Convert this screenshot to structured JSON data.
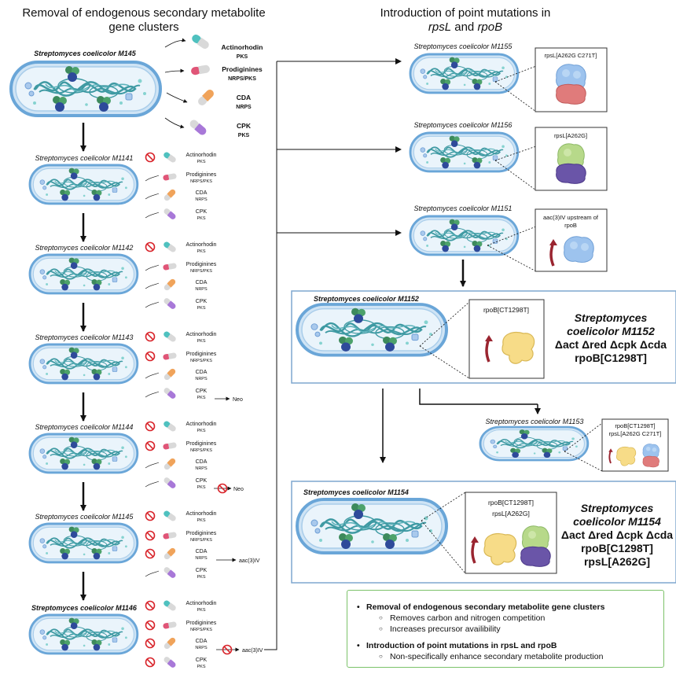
{
  "headers": {
    "left_line1": "Removal of endogenous secondary metabolite",
    "left_line2": "gene clusters",
    "right_line1": "Introduction of point mutations in",
    "right_line2_a": "rpsL",
    "right_line2_and": " and ",
    "right_line2_b": "rpoB"
  },
  "pks": {
    "act": {
      "name": "Actinorhodin",
      "sub": "PKS"
    },
    "red": {
      "name": "Prodiginines",
      "sub": "NRPS/PKS"
    },
    "cda": {
      "name": "CDA",
      "sub": "NRPS"
    },
    "cpk": {
      "name": "CPK",
      "sub": "PKS"
    }
  },
  "colors": {
    "cell_outline": "#6aa6d8",
    "cell_fill": "#cfe4f5",
    "dna": "#3f9aa3",
    "act_capsule": "#4fc1bf",
    "red_capsule": "#e05577",
    "cda_capsule": "#f0a35a",
    "cpk_capsule": "#a878d8",
    "prohibit": "#d8232a",
    "panel_border": "#7fa7cf",
    "summary_border": "#7cc26a"
  },
  "strains": {
    "m145_top": "Streptomyces coelicolor M145",
    "m1141": "Streptomyces coelicolor M1141",
    "m1142": "Streptomyces coelicolor M1142",
    "m1143": "Streptomyces coelicolor M1143",
    "m1144": "Streptomyces coelicolor M1144",
    "m1145": "Streptomyces coelicolor M1145",
    "m1146": "Streptomyces coelicolor M1146",
    "m1155": "Streptomyces coelicolor M1155",
    "m1156": "Streptomyces coelicolor M1156",
    "m1151": "Streptomyces coelicolor M1151",
    "m1152": "Streptomyces coelicolor M1152",
    "m1153": "Streptomyces coelicolor M1153",
    "m1154": "Streptomyces coelicolor M1154"
  },
  "markers": {
    "neo": "Neo",
    "aac": "aac(3)IV"
  },
  "mutations": {
    "m1155": "rpsL[A262G C271T]",
    "m1156": "rpsL[A262G]",
    "m1151_line1": "aac(3)IV upstream of",
    "m1151_line2": "rpoB",
    "m1152": "rpoB[CT1298T]",
    "m1153_line1": "rpoB[CT1298T]",
    "m1153_line2": "rpsL[A262G C271T]",
    "m1154_line1": "rpoB[CT1298T]",
    "m1154_line2": "rpsL[A262G]"
  },
  "genotypes": {
    "m1152": {
      "line1": "Streptomyces",
      "line2": "coelicolor M1152",
      "line3": "Δact Δred Δcpk Δcda",
      "line4": "rpoB[C1298T]"
    },
    "m1154": {
      "line1": "Streptomyces",
      "line2": "coelicolor M1154",
      "line3": "Δact Δred Δcpk Δcda",
      "line4": "rpoB[C1298T]",
      "line5": "rpsL[A262G]"
    }
  },
  "summary": {
    "item1": "Removal of endogenous secondary metabolite gene clusters",
    "item1_sub1": "Removes carbon and nitrogen competition",
    "item1_sub2": "Increases precursor availibility",
    "item2": "Introduction of point mutations in rpsL and rpoB",
    "item2_sub1": "Non-specifically enhance secondary metabolite production"
  }
}
